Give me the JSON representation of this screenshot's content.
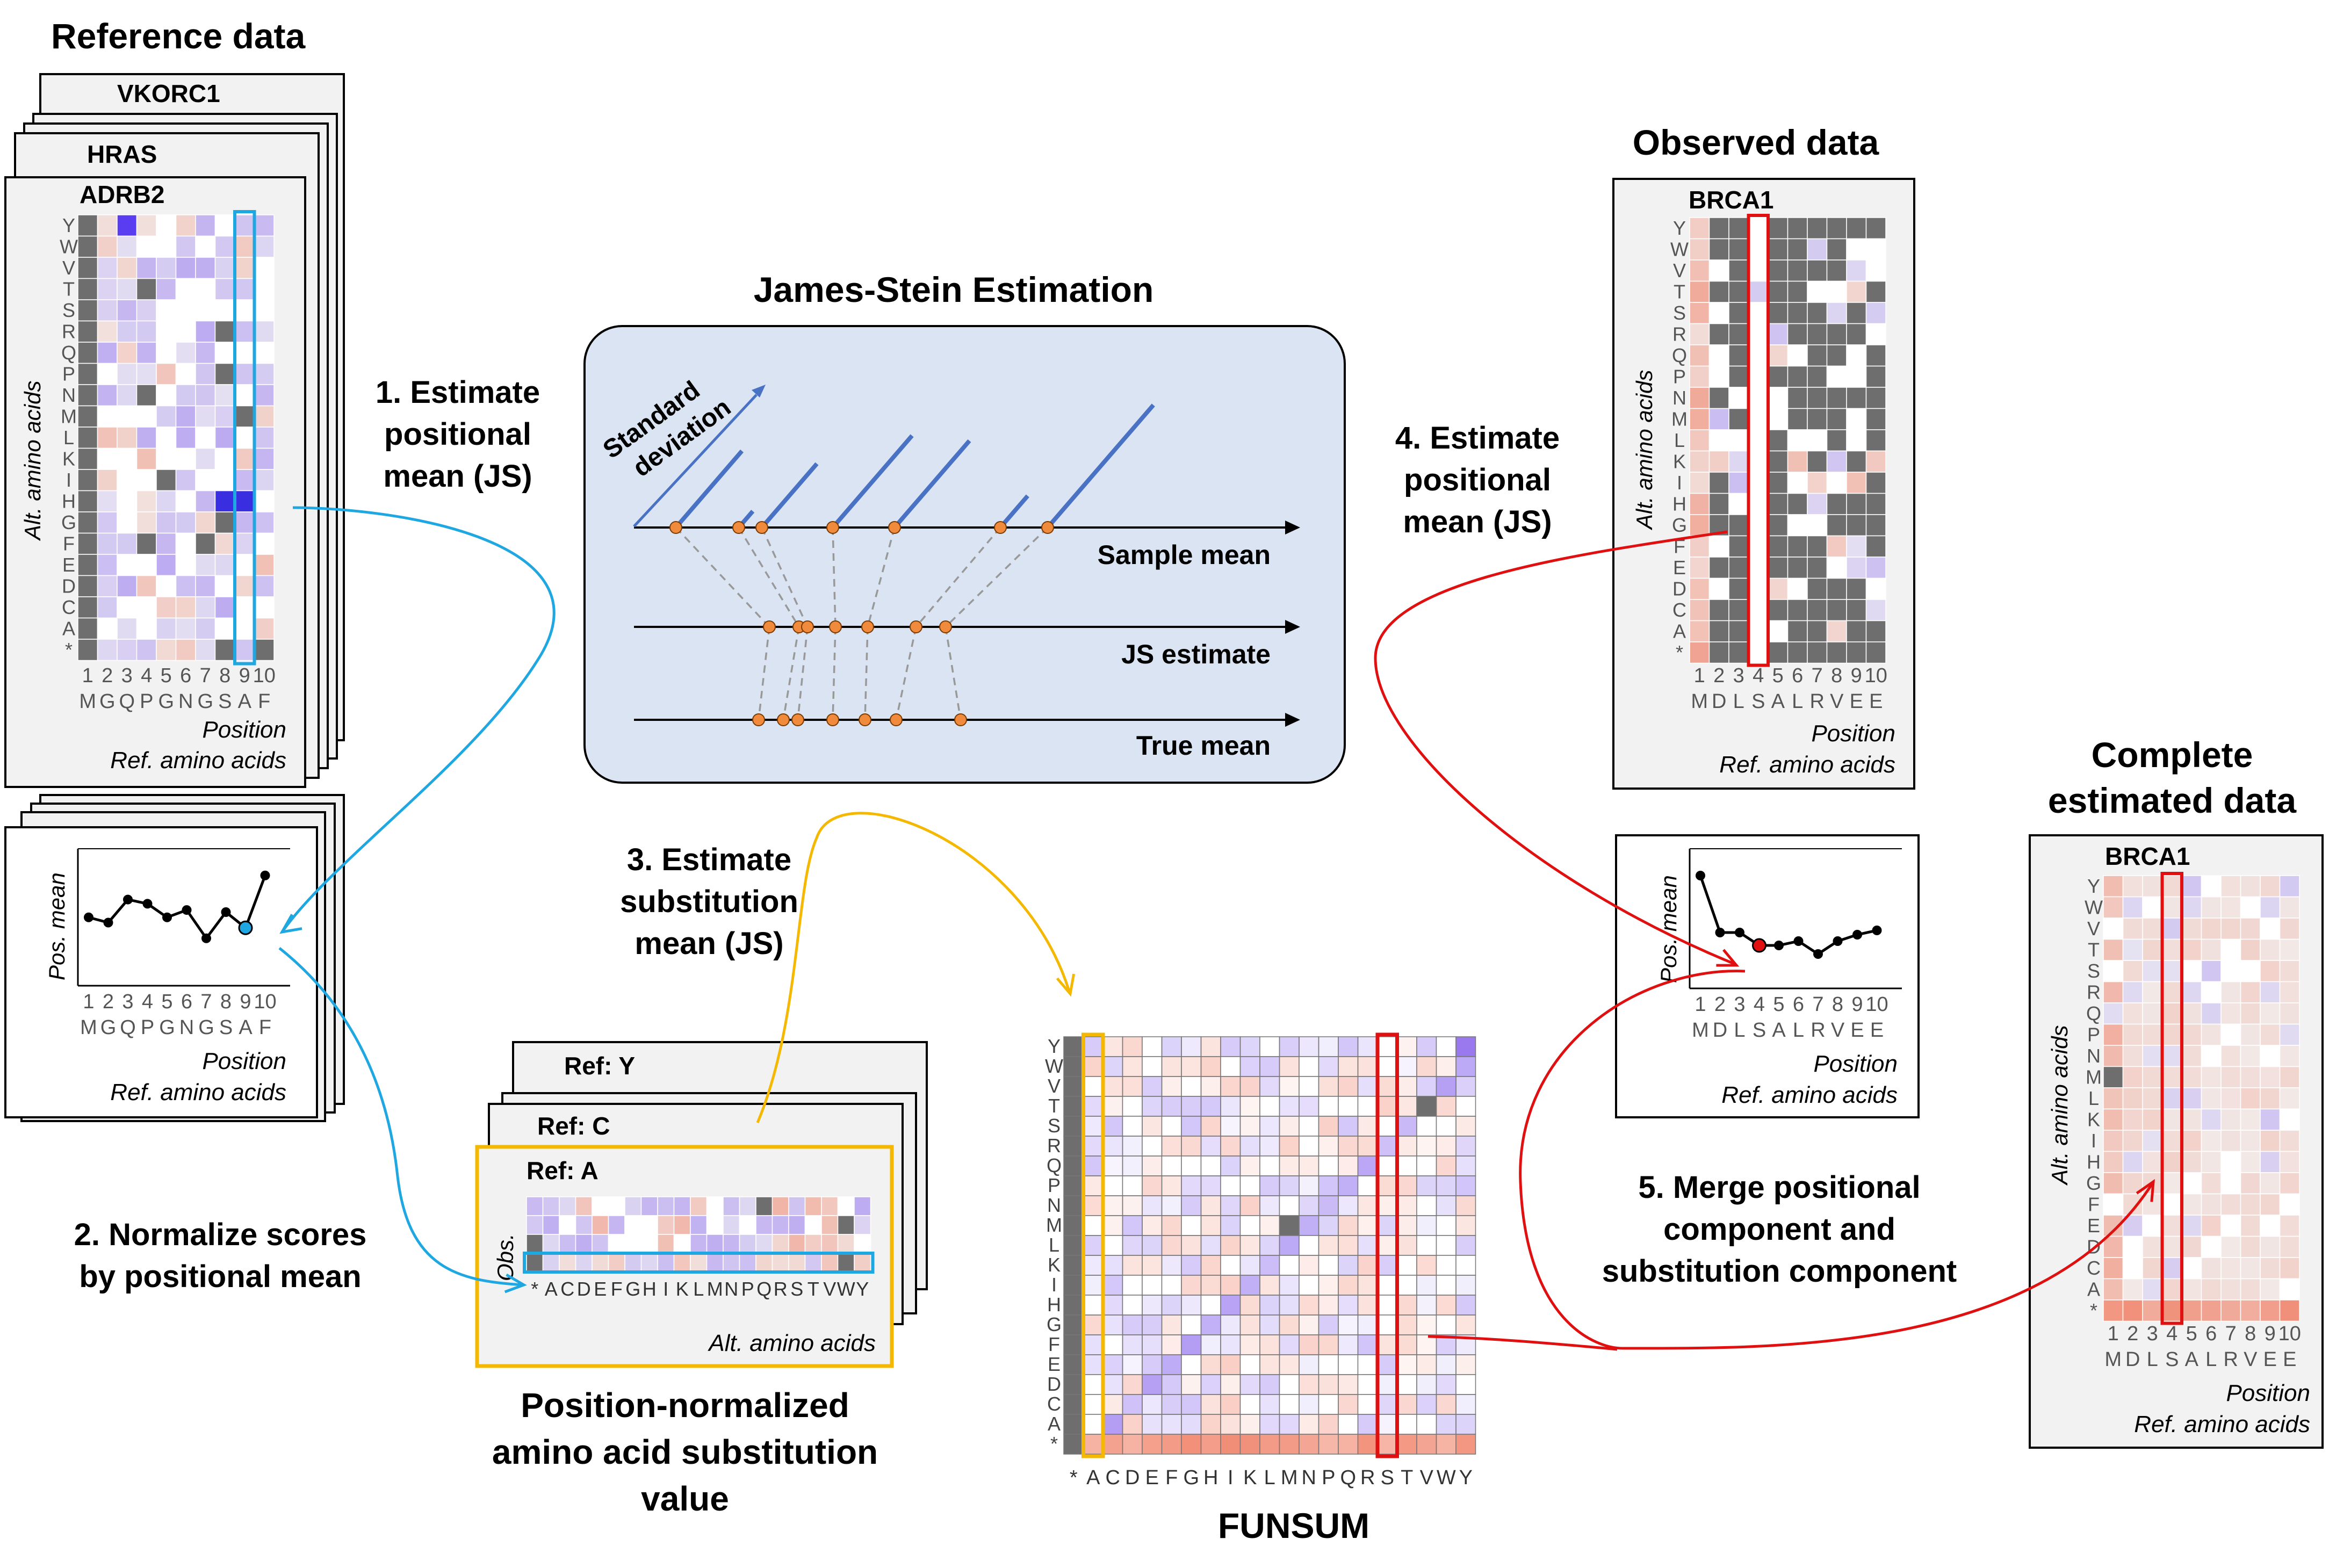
{
  "reference": {
    "title": "Reference data",
    "genes": [
      "VKORC1",
      "HRAS",
      "ADRB2"
    ],
    "alt_label": "Alt. amino acids",
    "alt_letters": [
      "Y",
      "W",
      "V",
      "T",
      "S",
      "R",
      "Q",
      "P",
      "N",
      "M",
      "L",
      "K",
      "I",
      "H",
      "G",
      "F",
      "E",
      "D",
      "C",
      "A",
      "*"
    ],
    "positions": [
      "1",
      "2",
      "3",
      "4",
      "5",
      "6",
      "7",
      "8",
      "9",
      "10"
    ],
    "ref_aa": [
      "M",
      "G",
      "Q",
      "P",
      "G",
      "N",
      "G",
      "S",
      "A",
      "F"
    ],
    "position_label": "Position",
    "ref_label": "Ref. amino acids"
  },
  "posmean_left": {
    "ylabel": "Pos. mean",
    "values": [
      0.55,
      0.5,
      0.72,
      0.68,
      0.55,
      0.62,
      0.35,
      0.6,
      0.45,
      0.95
    ],
    "positions": [
      "1",
      "2",
      "3",
      "4",
      "5",
      "6",
      "7",
      "8",
      "9",
      "10"
    ],
    "ref_aa": [
      "M",
      "G",
      "Q",
      "P",
      "G",
      "N",
      "G",
      "S",
      "A",
      "F"
    ],
    "position_label": "Position",
    "ref_label": "Ref. amino acids"
  },
  "steps": {
    "step1": [
      "1. Estimate",
      "positional",
      "mean (JS)"
    ],
    "step2": [
      "2. Normalize scores",
      "by positional mean"
    ],
    "step3": [
      "3. Estimate",
      "substitution",
      "mean (JS)"
    ],
    "step4": [
      "4. Estimate",
      "positional",
      "mean (JS)"
    ],
    "step5": [
      "5. Merge positional",
      "component and",
      "substitution component"
    ]
  },
  "js": {
    "title": "James-Stein Estimation",
    "sd_label": [
      "Standard",
      "deviation"
    ],
    "sample_label": "Sample mean",
    "js_label": "JS estimate",
    "true_label": "True mean"
  },
  "normalized": {
    "refs": [
      "Ref: Y",
      "Ref: C",
      "Ref: A"
    ],
    "obs_label": "Obs.",
    "aa_letters": [
      "*",
      "A",
      "C",
      "D",
      "E",
      "F",
      "G",
      "H",
      "I",
      "K",
      "L",
      "M",
      "N",
      "P",
      "Q",
      "R",
      "S",
      "T",
      "V",
      "W",
      "Y"
    ],
    "alt_label": "Alt. amino acids",
    "caption": [
      "Position-normalized",
      "amino acid substitution",
      "value"
    ]
  },
  "funsum": {
    "title": "FUNSUM",
    "col_letters": [
      "*",
      "A",
      "C",
      "D",
      "E",
      "F",
      "G",
      "H",
      "I",
      "K",
      "L",
      "M",
      "N",
      "P",
      "Q",
      "R",
      "S",
      "T",
      "V",
      "W",
      "Y"
    ],
    "row_letters": [
      "Y",
      "W",
      "V",
      "T",
      "S",
      "R",
      "Q",
      "P",
      "N",
      "M",
      "L",
      "K",
      "I",
      "H",
      "G",
      "F",
      "E",
      "D",
      "C",
      "A",
      "*"
    ]
  },
  "observed": {
    "title": "Observed data",
    "gene": "BRCA1",
    "alt_label": "Alt. amino acids",
    "alt_letters": [
      "Y",
      "W",
      "V",
      "T",
      "S",
      "R",
      "Q",
      "P",
      "N",
      "M",
      "L",
      "K",
      "I",
      "H",
      "G",
      "F",
      "E",
      "D",
      "C",
      "A",
      "*"
    ],
    "positions": [
      "1",
      "2",
      "3",
      "4",
      "5",
      "6",
      "7",
      "8",
      "9",
      "10"
    ],
    "ref_aa": [
      "M",
      "D",
      "L",
      "S",
      "A",
      "L",
      "R",
      "V",
      "E",
      "E"
    ],
    "position_label": "Position",
    "ref_label": "Ref. amino acids"
  },
  "posmean_right": {
    "ylabel": "Pos. mean",
    "values": [
      0.95,
      0.42,
      0.42,
      0.3,
      0.3,
      0.34,
      0.22,
      0.34,
      0.4,
      0.44
    ],
    "positions": [
      "1",
      "2",
      "3",
      "4",
      "5",
      "6",
      "7",
      "8",
      "9",
      "10"
    ],
    "ref_aa": [
      "M",
      "D",
      "L",
      "S",
      "A",
      "L",
      "R",
      "V",
      "E",
      "E"
    ],
    "position_label": "Position",
    "ref_label": "Ref. amino acids"
  },
  "complete": {
    "title": [
      "Complete",
      "estimated data"
    ],
    "gene": "BRCA1",
    "alt_label": "Alt. amino acids",
    "alt_letters": [
      "Y",
      "W",
      "V",
      "T",
      "S",
      "R",
      "Q",
      "P",
      "N",
      "M",
      "L",
      "K",
      "I",
      "H",
      "G",
      "F",
      "E",
      "D",
      "C",
      "A",
      "*"
    ],
    "positions": [
      "1",
      "2",
      "3",
      "4",
      "5",
      "6",
      "7",
      "8",
      "9",
      "10"
    ],
    "ref_aa": [
      "M",
      "D",
      "L",
      "S",
      "A",
      "L",
      "R",
      "V",
      "E",
      "E"
    ],
    "position_label": "Position",
    "ref_label": "Ref. amino acids"
  },
  "colors": {
    "blue_arrow": "#1ea7e1",
    "red": "#e01010",
    "orange": "#f5b800",
    "js_panel": "#dbe4f3",
    "js_bar": "#4a72c4",
    "point": "#f08a3c",
    "grey_cell": "#6e6e6e",
    "purple_strong": "#3a2fe0",
    "panel_bg": "#f2f2f2"
  }
}
